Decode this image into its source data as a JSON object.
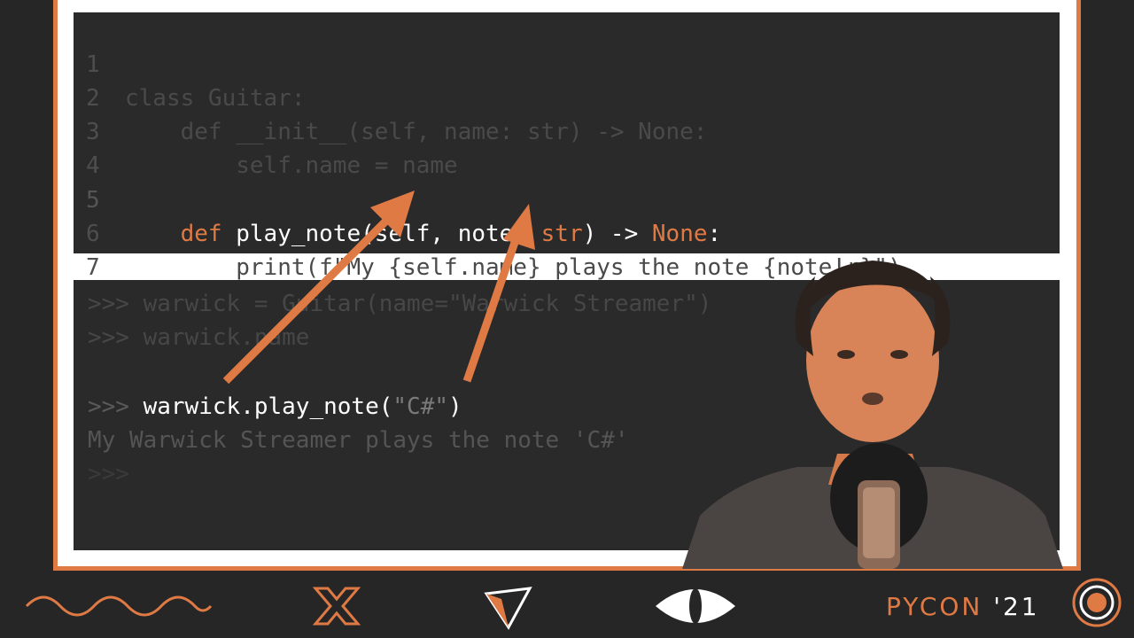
{
  "editor": {
    "lines": [
      {
        "num": "1",
        "pre": "",
        "text": "class Guitar:"
      },
      {
        "num": "2",
        "pre": "    ",
        "text": "def __init__(self, name: str) -> None:"
      },
      {
        "num": "3",
        "pre": "        ",
        "text": "self.name = name"
      },
      {
        "num": "4",
        "pre": "",
        "text": ""
      },
      {
        "num": "5",
        "pre": "    ",
        "def_kw": "def",
        "func": " play_note",
        "args_a": "(self, note: ",
        "type": "str",
        "args_b": ") -> ",
        "ret": "None",
        "colon": ":"
      },
      {
        "num": "6",
        "pre": "        ",
        "text": "print(f\"My {self.name} plays the note {note!r}\")"
      },
      {
        "num": "7",
        "pre": "",
        "text": ""
      }
    ]
  },
  "repl": {
    "line1": ">>> warwick = Guitar(name=\"Warwick Streamer\")",
    "line2": ">>> warwick.name",
    "line3_prompt": ">>> ",
    "line3_call": "warwick.play_note(",
    "line3_arg": "\"C#\"",
    "line3_close": ")",
    "output": "My Warwick Streamer plays the note 'C#'",
    "line5": ">>>"
  },
  "footer": {
    "brand": "PYCON",
    "year": " '21",
    "icons": [
      "wave-icon",
      "x-icon",
      "triangle-icon",
      "eye-icon",
      "target-icon"
    ]
  },
  "colors": {
    "accent": "#e07a45",
    "panel": "#2a2a2a",
    "background": "#262626"
  }
}
